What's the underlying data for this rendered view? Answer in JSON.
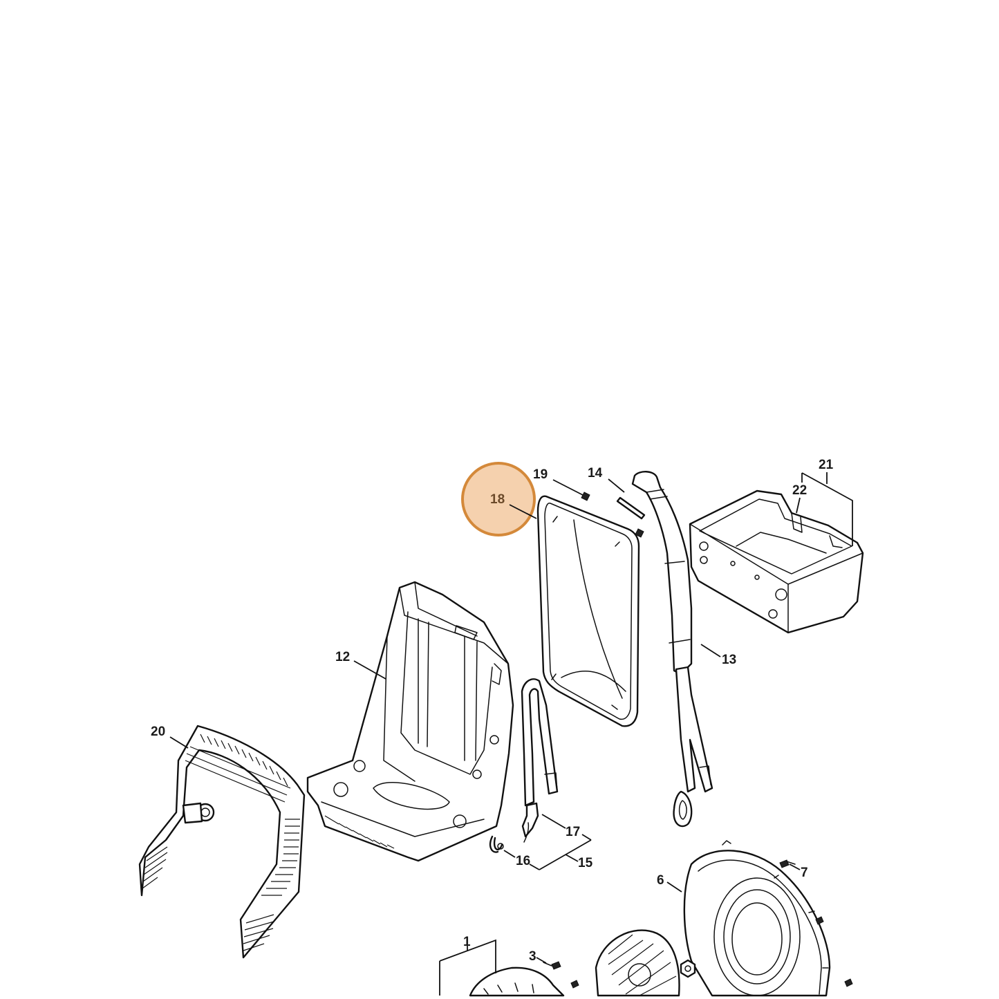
{
  "highlight": {
    "label": "18",
    "color": "#d4893a",
    "fill": "#f3c9a0"
  },
  "labels": {
    "l1": "1",
    "l3": "3",
    "l6": "6",
    "l7": "7",
    "l12": "12",
    "l13": "13",
    "l14": "14",
    "l15": "15",
    "l16": "16",
    "l17": "17",
    "l18": "18",
    "l19": "19",
    "l20": "20",
    "l21": "21",
    "l22": "22"
  },
  "icons": [
    "blower-housing",
    "backpack-frame",
    "back-pad",
    "shoulder-strap",
    "waist-strap",
    "tool-box",
    "fan-impeller",
    "engine-cover",
    "shroud"
  ]
}
